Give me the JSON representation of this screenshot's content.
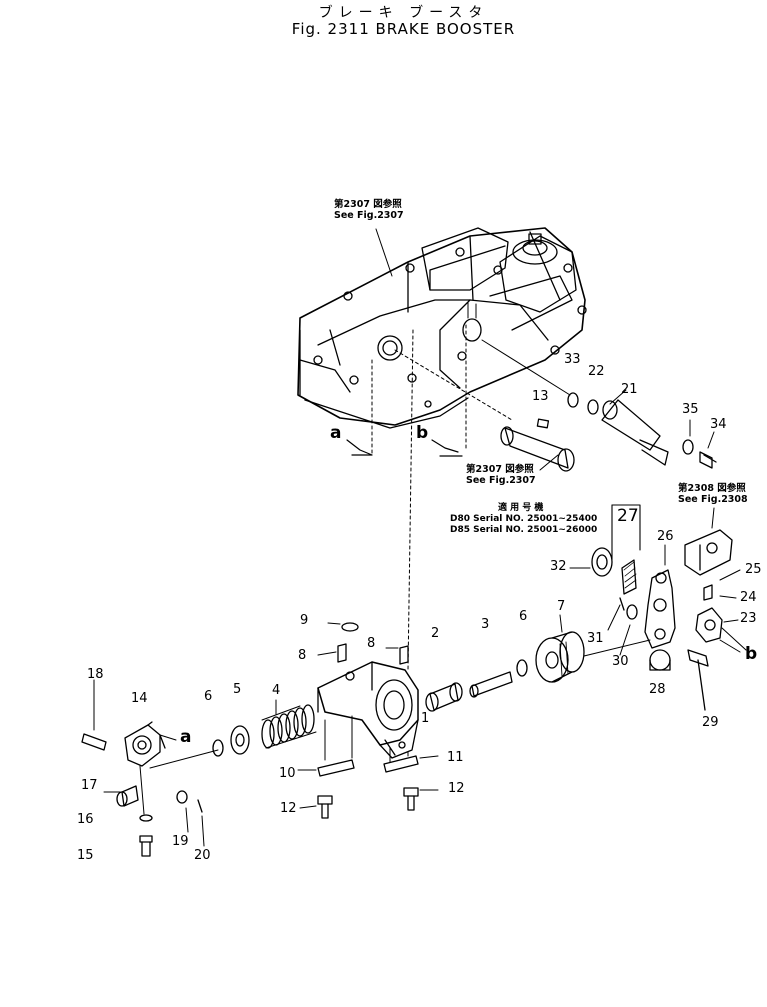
{
  "title": {
    "japanese": "ブレーキ ブースタ",
    "english": "Fig. 2311 BRAKE BOOSTER"
  },
  "references": {
    "ref_2307_top": {
      "jp": "第2307 図参照",
      "en": "See  Fig.2307"
    },
    "ref_2307_mid": {
      "jp": "第2307 図参照",
      "en": "See  Fig.2307"
    },
    "ref_2308": {
      "jp": "第2308 図参照",
      "en": "See  Fig.2308"
    }
  },
  "serial_note": {
    "heading": "適 用 号 機",
    "line1": "D80 Serial NO. 25001~25400",
    "line2": "D85 Serial NO. 25001~26000"
  },
  "view_markers": {
    "a": "a",
    "b": "b"
  },
  "part_labels": {
    "p1": "1",
    "p2": "2",
    "p3": "3",
    "p4": "4",
    "p5": "5",
    "p6a": "6",
    "p6b": "6",
    "p7": "7",
    "p8a": "8",
    "p8b": "8",
    "p9": "9",
    "p10": "10",
    "p11": "11",
    "p12a": "12",
    "p12b": "12",
    "p13": "13",
    "p14": "14",
    "p15": "15",
    "p16": "16",
    "p17": "17",
    "p18": "18",
    "p19": "19",
    "p20": "20",
    "p21": "21",
    "p22": "22",
    "p23": "23",
    "p24": "24",
    "p25": "25",
    "p26": "26",
    "p27": "27",
    "p28": "28",
    "p29": "29",
    "p30": "30",
    "p31": "31",
    "p32": "32",
    "p33": "33",
    "p34": "34",
    "p35": "35"
  }
}
